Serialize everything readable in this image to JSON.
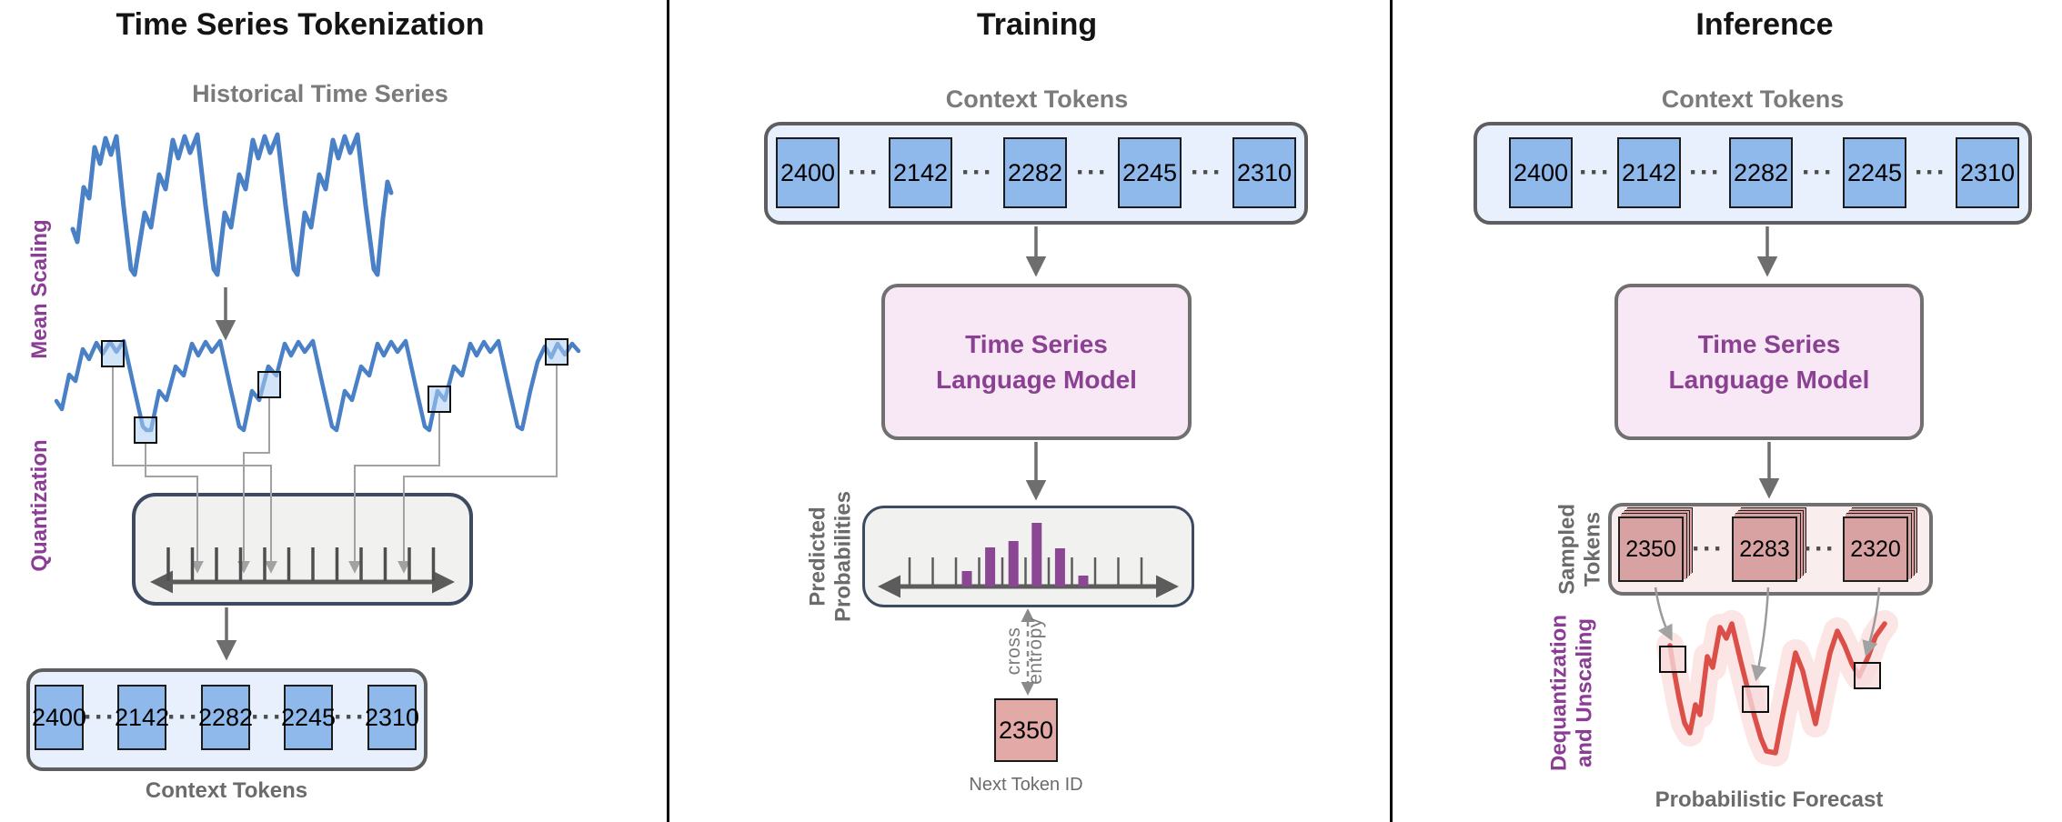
{
  "colors": {
    "series_blue": "#4a80c6",
    "token_blue": "#8fb9ea",
    "container_blue": "#e7f0fc",
    "model_pink": "#f8e8f5",
    "model_text_purple": "#8a4192",
    "side_label_purple": "#8b3c95",
    "histogram_bar": "#8b4794",
    "quant_border_navy": "#3d4a61",
    "red_token": "#e2a9a7",
    "sampled_card": "#d9a2a2",
    "forecast_red": "#dc4f48",
    "gray_label": "#6b6b6b"
  },
  "tokenization": {
    "title": "Time Series Tokenization",
    "series_label": "Historical Time Series",
    "mean_scaling_label": "Mean Scaling",
    "quantization_label": "Quantization",
    "context_tokens_label": "Context Tokens",
    "tokens": [
      "2400",
      "2142",
      "2282",
      "2245",
      "2310"
    ],
    "ellipsis": "···"
  },
  "training": {
    "title": "Training",
    "context_tokens_label": "Context Tokens",
    "tokens": [
      "2400",
      "2142",
      "2282",
      "2245",
      "2310"
    ],
    "model_line1": "Time Series",
    "model_line2": "Language Model",
    "predicted_label_line1": "Predicted",
    "predicted_label_line2": "Probabilities",
    "cross_entropy_line1": "cross",
    "cross_entropy_line2": "entropy",
    "predicted_distribution": [
      17,
      43,
      50,
      70,
      42,
      12
    ],
    "next_token_value": "2350",
    "next_token_label": "Next Token ID",
    "ellipsis": "···"
  },
  "inference": {
    "title": "Inference",
    "context_tokens_label": "Context Tokens",
    "tokens": [
      "2400",
      "2142",
      "2282",
      "2245",
      "2310"
    ],
    "model_line1": "Time Series",
    "model_line2": "Language Model",
    "sampled_label_line1": "Sampled",
    "sampled_label_line2": "Tokens",
    "sampled_tokens": [
      "2350",
      "2283",
      "2320"
    ],
    "dequantization_label_line1": "Dequantization",
    "dequantization_label_line2": "and Unscaling",
    "forecast_label": "Probabilistic Forecast",
    "ellipsis": "···"
  }
}
